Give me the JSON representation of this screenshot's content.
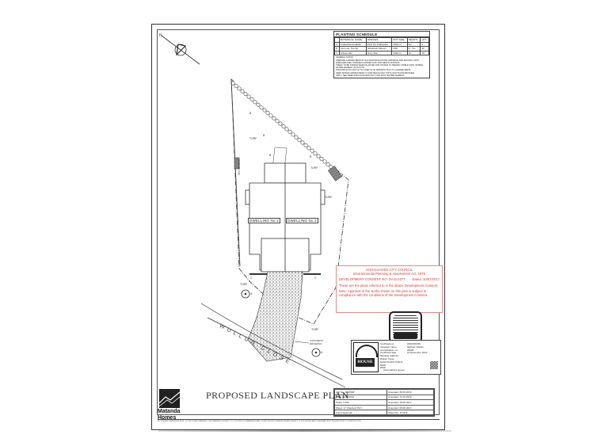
{
  "drawing": {
    "title": "PROPOSED LANDSCAPE PLAN",
    "north_label": "N",
    "street_name": "WULLUN CLOSE",
    "street_letters": [
      "W",
      "U",
      "L",
      "L",
      "U",
      "N",
      "",
      "C",
      "L",
      "O",
      "S",
      "E"
    ]
  },
  "planting_schedule": {
    "title": "PLANTING SCHEDULE",
    "columns": [
      "BOTANICAL NAME",
      "SPECIES",
      "POT SIZE",
      "HEIGHT",
      "QTY"
    ],
    "rows": [
      {
        "key": "A",
        "botanical": "Kolkwitzia amabilis",
        "species": "Pink Tip Kolkwitzia",
        "pot": "250mm",
        "height": "5m",
        "qty": "2"
      },
      {
        "key": "B",
        "botanical": "Acmena 'Hot Sh'",
        "species": "'Elizabeth Mason'",
        "pot": "25ltr",
        "height": "8 - 4m",
        "qty": "32"
      },
      {
        "key": "C",
        "botanical": "Clivea villo",
        "species": "Grey Star",
        "pot": "200mm",
        "height": "1m",
        "qty": "40"
      }
    ],
    "notes_title": "GENERAL NOTES",
    "notes": [
      "PREPARE GARDEN BEDS BY EXCAVATING EXISTING MATERIAL AND BACKFILL WITH ENRICHED WELL DRAINED GARDEN SOIL FOR NEW PLANTINGS.",
      "TREES TO BE STAKED WHEN PLANTED AND STAKES TO REMAIN STABLE UNTIL STABLE ESTABLISHMENT OF ROOTS.",
      "PROVIDE SLICK MULCH TO A DEPTH OF MINIMUM 75mm TO GARDEN BEDS.",
      "DEEP WATER GARDEN BEDS & TURF REGULARLY UNTIL ROOTS ESTABLISHED.",
      "APPLY SEA WEED EMULSION MONTHLY FOR ROOT ESTABLISHMENT."
    ]
  },
  "plan_labels": {
    "turf": "TURF",
    "clothes_line": "CLOTHES LINE",
    "dwelling_1": "DWELLING No.1",
    "dwelling_2": "DWELLING No.2",
    "concrete_driveway_1": "CONCRETE",
    "concrete_driveway_2": "DRIVEWAY",
    "plant_a": "A",
    "plant_b": "B",
    "plant_c": "C"
  },
  "council_stamp": {
    "council": "SHOALHAVEN CITY COUNCIL",
    "act": "Environmental Planning & Assessment Act, 1979",
    "consent_label": "DEVELOPMENT CONSENT NO:",
    "consent_no": "DA11/1077",
    "dated_label": "Dated:",
    "dated": "10/07/2017",
    "line1": "These are the plans referred to in the above Development Consent.",
    "line2": "Note: Approval of the works shown on this plan is subject to compliance with the conditions of the Development Consent."
  },
  "certificate": {
    "logo_text": "HOUSE",
    "left_col": [
      "Certificate no.",
      "Assessor name",
      "Accreditation no.",
      "Certificate date",
      "Dwelling address"
    ],
    "right_col": [
      "2001051069",
      "Michael Yashiro",
      "20036",
      "10 December 2016"
    ],
    "address": "Wullun Close",
    "suburb": "SANCTUARY POINT, NSW",
    "postcode": "2540",
    "url": "www.nathers.gov.au"
  },
  "brand": {
    "name_line1": "Matanda",
    "name_line2": "Homes"
  },
  "title_block": {
    "rows": [
      [
        "Job No.: MD7868",
        "Amended: 28.03.2016"
      ],
      [
        "Date: 09.03.2016",
        "Amended: 14.10.2016"
      ],
      [
        "Scale: 1:200",
        "Amended: 28.05.2017"
      ],
      [
        "Sheet: 17   Checked: PHY",
        "Amended: 08.06.2017"
      ],
      [
        "Client Approval:",
        "Sheet No.: 8 OF 8"
      ]
    ]
  },
  "disclaimer": "ALL FIGURED DIMENSIONS RULE - DO NOT SCALE DRAWINGS. THIS DRAWING IS SUBJECT TO COPYRIGHT OF MATANDA HOMES. CLIENT SPECIFIC DIMENSIONS ARE SUBJECT TO SITE SURVEY AND CONFIRMATION BY BUILDER PRIOR TO CONSTRUCTION",
  "colors": {
    "line": "#333333",
    "stamp_red": "#d23a3a",
    "stamp_border": "#e38a8a",
    "paper": "#ffffff"
  }
}
